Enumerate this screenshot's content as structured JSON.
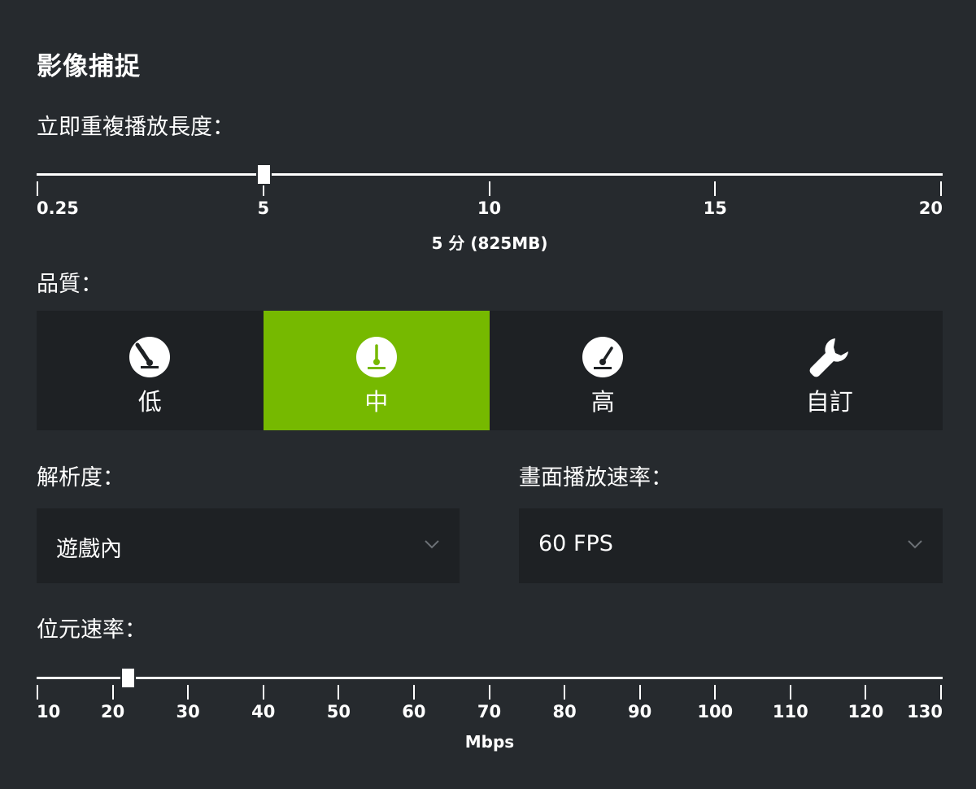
{
  "section_title": "影像捕捉",
  "replay": {
    "label": "立即重複播放長度：",
    "min": 0.25,
    "max": 20,
    "value": 5,
    "ticks": [
      {
        "value": 0.25,
        "label": "0.25"
      },
      {
        "value": 5,
        "label": "5"
      },
      {
        "value": 10,
        "label": "10"
      },
      {
        "value": 15,
        "label": "15"
      },
      {
        "value": 20,
        "label": "20"
      }
    ],
    "value_text": "5 分 (825MB)"
  },
  "quality": {
    "label": "品質：",
    "selected_index": 1,
    "options": [
      {
        "label": "低",
        "icon": "gauge-low-icon"
      },
      {
        "label": "中",
        "icon": "gauge-medium-icon"
      },
      {
        "label": "高",
        "icon": "gauge-high-icon"
      },
      {
        "label": "自訂",
        "icon": "wrench-icon"
      }
    ]
  },
  "resolution": {
    "label": "解析度：",
    "value": "遊戲內"
  },
  "frame_rate": {
    "label": "畫面播放速率：",
    "value": "60 FPS"
  },
  "bitrate": {
    "label": "位元速率：",
    "min": 10,
    "max": 130,
    "value": 22,
    "ticks": [
      {
        "value": 10,
        "label": "10"
      },
      {
        "value": 20,
        "label": "20"
      },
      {
        "value": 30,
        "label": "30"
      },
      {
        "value": 40,
        "label": "40"
      },
      {
        "value": 50,
        "label": "50"
      },
      {
        "value": 60,
        "label": "60"
      },
      {
        "value": 70,
        "label": "70"
      },
      {
        "value": 80,
        "label": "80"
      },
      {
        "value": 90,
        "label": "90"
      },
      {
        "value": 100,
        "label": "100"
      },
      {
        "value": 110,
        "label": "110"
      },
      {
        "value": 120,
        "label": "120"
      },
      {
        "value": 130,
        "label": "130"
      }
    ],
    "unit": "Mbps"
  },
  "colors": {
    "background": "#262a2e",
    "control_bg": "#1e2124",
    "accent": "#76b900",
    "text": "#ffffff"
  }
}
